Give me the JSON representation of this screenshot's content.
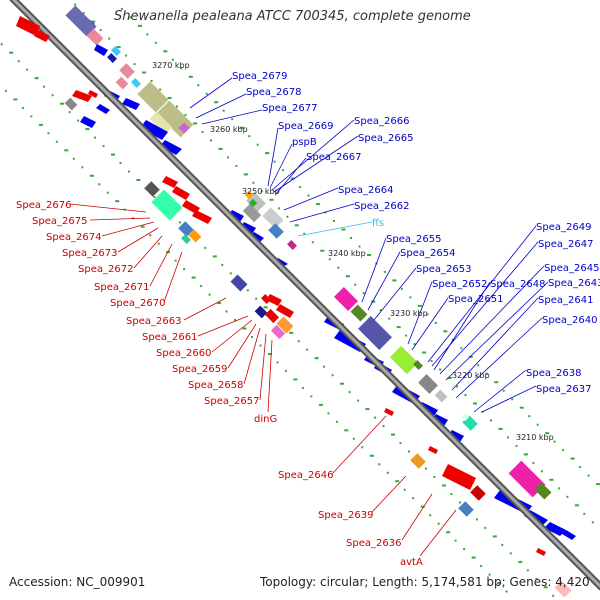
{
  "title": "Shewanella pealeana ATCC 700345, complete genome",
  "footer": {
    "accession": "Accession: NC_009901",
    "summary": "Topology: circular; Length: 5,174,581 bp; Genes: 4,420"
  },
  "colors": {
    "backbone": "#888888",
    "forward_label": "#0000cc",
    "reverse_label": "#cc0000",
    "rna_label": "#33bbee",
    "gc_dots": "#33aa33"
  },
  "scale_ticks": [
    "3270 kbp",
    "3260 kbp",
    "3250 kbp",
    "3240 kbp",
    "3230 kbp",
    "3220 kbp",
    "3210 kbp"
  ],
  "forward_genes": [
    "Spea_2679",
    "Spea_2678",
    "Spea_2677",
    "Spea_2669",
    "pspB",
    "Spea_2666",
    "Spea_2665",
    "Spea_2667",
    "Spea_2664",
    "Spea_2662",
    "Spea_2655",
    "Spea_2654",
    "Spea_2653",
    "Spea_2652",
    "Spea_2651",
    "Spea_2648",
    "Spea_2649",
    "Spea_2647",
    "Spea_2645",
    "Spea_2643",
    "Spea_2641",
    "Spea_2640",
    "Spea_2638",
    "Spea_2637"
  ],
  "rna_genes": [
    "ffs"
  ],
  "reverse_genes": [
    "Spea_2676",
    "Spea_2675",
    "Spea_2674",
    "Spea_2673",
    "Spea_2672",
    "Spea_2671",
    "Spea_2670",
    "Spea_2663",
    "Spea_2661",
    "Spea_2660",
    "Spea_2659",
    "Spea_2658",
    "Spea_2657",
    "dinG",
    "Spea_2646",
    "Spea_2639",
    "Spea_2636",
    "avtA"
  ]
}
